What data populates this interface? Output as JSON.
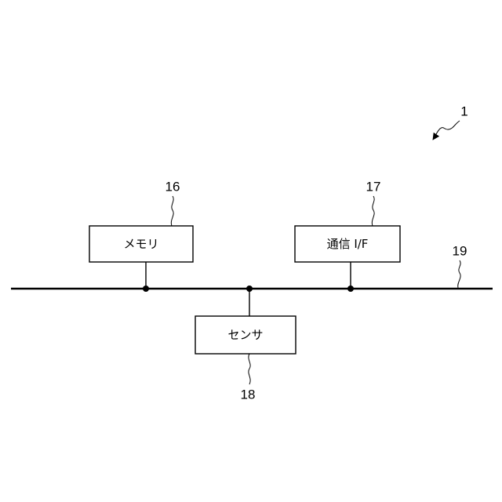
{
  "diagram": {
    "device_ref": "1",
    "bus_ref": "19",
    "blocks": {
      "memory": {
        "label": "メモリ",
        "ref": "16"
      },
      "comm_if": {
        "label": "通信 I/F",
        "ref": "17"
      },
      "sensor": {
        "label": "センサ",
        "ref": "18"
      }
    }
  }
}
